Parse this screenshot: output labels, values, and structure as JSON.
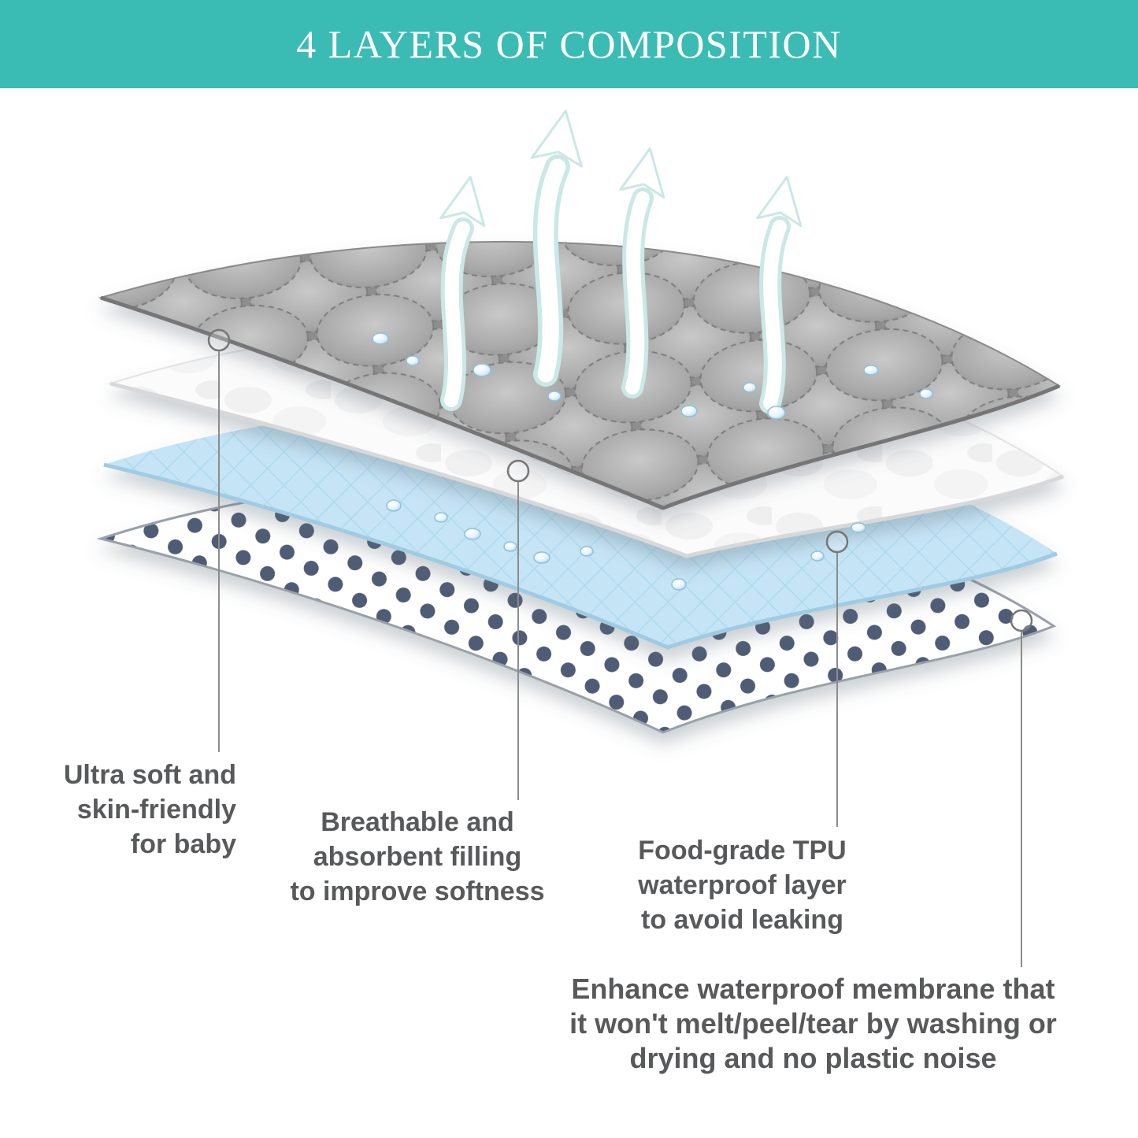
{
  "header": {
    "title": "4 LAYERS OF COMPOSITION",
    "bg_color": "#3abcb4",
    "text_color": "#ffffff"
  },
  "diagram": {
    "layers": [
      {
        "id": "quilted-top-layer",
        "color": "#a2a2a2"
      },
      {
        "id": "absorbent-filling-layer",
        "color": "#fafafa"
      },
      {
        "id": "tpu-waterproof-layer",
        "color": "#c5e4f5"
      },
      {
        "id": "waterproof-membrane-layer",
        "color": "#4f5b74"
      }
    ],
    "icons": [
      "up-arrow-icon",
      "water-droplet-icon",
      "callout-marker-icon"
    ]
  },
  "callouts": [
    {
      "lines": [
        "Ultra soft and",
        "skin-friendly",
        "for baby"
      ]
    },
    {
      "lines": [
        "Breathable and",
        "absorbent filling",
        "to improve softness"
      ]
    },
    {
      "lines": [
        "Food-grade TPU",
        "waterproof layer",
        "to avoid leaking"
      ]
    },
    {
      "lines": [
        "Enhance waterproof membrane that",
        "it won't melt/peel/tear by washing or",
        "drying and no plastic noise"
      ]
    }
  ],
  "label_text_color": "#58595b"
}
